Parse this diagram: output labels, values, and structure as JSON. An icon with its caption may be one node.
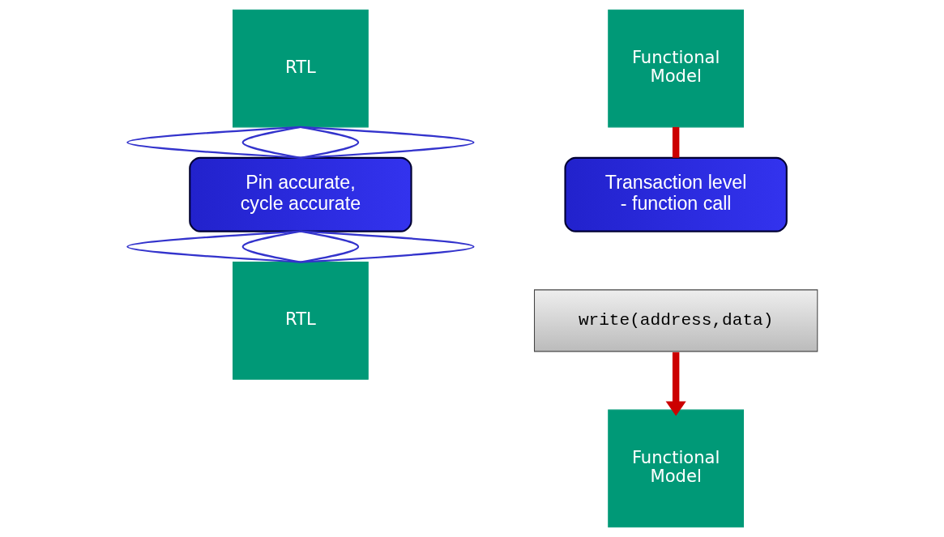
{
  "diagram": {
    "nodes": [
      {
        "text": [
          "RTL"
        ]
      },
      {
        "text": [
          "Pin accurate, cycle accurate"
        ]
      },
      {
        "text": [
          "RTL"
        ]
      },
      {
        "text": [
          "Functional Model"
        ]
      },
      {
        "text": [
          "Transaction level - function call"
        ]
      },
      {
        "text": [
          "write(address,data)"
        ]
      },
      {
        "text": [
          "Functional Model"
        ]
      }
    ],
    "edges": [
      {
        "from": 0,
        "to": 1,
        "arrow": "none"
      },
      {
        "from": 0,
        "to": 1,
        "arrow": "none"
      },
      {
        "from": 0,
        "to": 1,
        "arrow": "none"
      },
      {
        "from": 0,
        "to": 1,
        "arrow": "none"
      },
      {
        "from": 1,
        "to": 2,
        "arrow": "none"
      },
      {
        "from": 1,
        "to": 2,
        "arrow": "none"
      },
      {
        "from": 1,
        "to": 2,
        "arrow": "none"
      },
      {
        "from": 1,
        "to": 2,
        "arrow": "none"
      },
      {
        "from": 3,
        "to": 4,
        "arrow": "none",
        "style": "thick",
        "color": "#cc0000"
      },
      {
        "from": 5,
        "to": 6,
        "arrow": "to",
        "style": "thick",
        "color": "#cc0000"
      }
    ]
  }
}
